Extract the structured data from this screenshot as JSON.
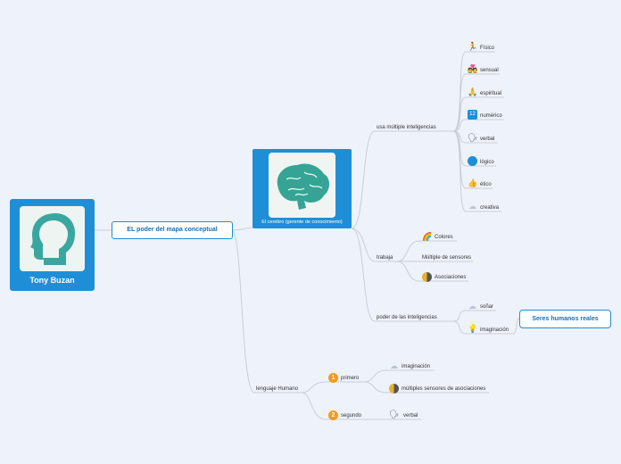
{
  "root": {
    "label": "Tony Buzan"
  },
  "main_topic": {
    "label": "EL poder del mapa conceptual"
  },
  "brain": {
    "label": "El cerebro (gerente de conocimiento)"
  },
  "lenguaje": {
    "label": "lenguaje Humano"
  },
  "usa": {
    "label": "usa múltiple inteligencias"
  },
  "trabaja": {
    "label": "trabaja"
  },
  "poder": {
    "label": "poder de las inteligencias"
  },
  "usa_items": [
    {
      "label": "Físico",
      "icon": "runner-icon"
    },
    {
      "label": "sensual",
      "icon": "couple-icon"
    },
    {
      "label": "espiritual",
      "icon": "praying-icon"
    },
    {
      "label": "numérico",
      "icon": "numbers-icon"
    },
    {
      "label": "verbal",
      "icon": "speaking-head-icon"
    },
    {
      "label": "lógico",
      "icon": "logic-icon"
    },
    {
      "label": "ético",
      "icon": "thumbs-up-icon"
    },
    {
      "label": "creativa",
      "icon": "cloud-icon"
    }
  ],
  "trabaja_items": [
    {
      "label": "Colores",
      "icon": "rainbow-icon"
    },
    {
      "label": "Múltiple de sensores",
      "icon": ""
    },
    {
      "label": "Asociaciones",
      "icon": "half-circle-icon"
    }
  ],
  "poder_items": [
    {
      "label": "soñar",
      "icon": "cloud-icon"
    },
    {
      "label": "imaginación",
      "icon": "lightbulb-icon"
    }
  ],
  "seres": {
    "label": "Seres humanos reales"
  },
  "primero": {
    "label": "primero",
    "num": "1"
  },
  "segundo": {
    "label": "segundo",
    "num": "2"
  },
  "primero_items": [
    {
      "label": "imaginación",
      "icon": "cloud-icon"
    },
    {
      "label": "múltiples sensores de asociaciones",
      "icon": "half-circle-icon"
    }
  ],
  "segundo_items": [
    {
      "label": "verbal",
      "icon": "speaking-head-icon"
    }
  ]
}
